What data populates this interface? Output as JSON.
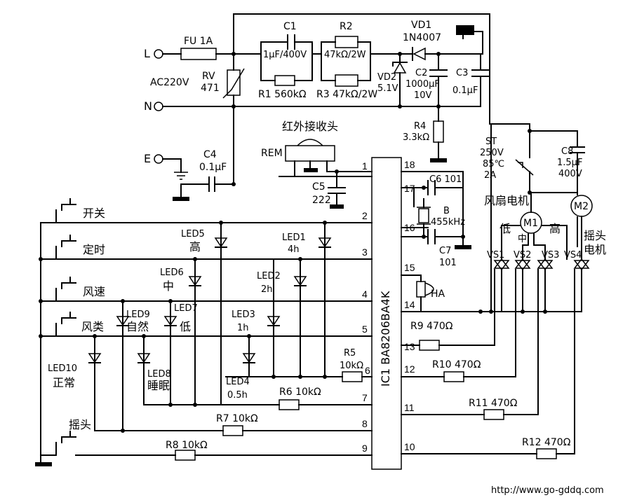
{
  "terminals": {
    "L": "L",
    "N": "N",
    "E": "E",
    "ac": "AC220V"
  },
  "parts": {
    "fu": "FU  1A",
    "rv_name": "RV",
    "rv_val": "471",
    "c1_name": "C1",
    "c1_val": "1μF/400V",
    "r1": "R1  560kΩ",
    "r2_name": "R2",
    "r2_val": "47kΩ/2W",
    "r3": "R3  47kΩ/2W",
    "vd1_name": "VD1",
    "vd1_val": "1N4007",
    "vd2_name": "VD2",
    "vd2_val": "5.1V",
    "c2_name": "C2",
    "c2_val1": "1000μF",
    "c2_val2": "10V",
    "c3_name": "C3",
    "c3_val": "0.1μF",
    "r4_name": "R4",
    "r4_val": "3.3kΩ",
    "c4_name": "C4",
    "c4_val": "0.1μF",
    "rem_title": "红外接收头",
    "rem": "REM",
    "c5_name": "C5",
    "c5_val": "222",
    "c6": "C6   101",
    "b_name": "B",
    "b_val": "455kHz",
    "c7_name": "C7",
    "c7_val": "101",
    "ha": "HA",
    "r5_name": "R5",
    "r5_val": "10kΩ",
    "r6": "R6  10kΩ",
    "r7": "R7  10kΩ",
    "r8": "R8  10kΩ",
    "r9": "R9  470Ω",
    "r10": "R10  470Ω",
    "r11": "R11  470Ω",
    "r12": "R12  470Ω",
    "ic": "IC1  BA8206BA4K",
    "st_name": "ST",
    "st_v": "250V",
    "st_t": "85℃",
    "st_a": "2A",
    "c8_name": "C8",
    "c8_val1": "1.5μF",
    "c8_val2": "400V",
    "fan_motor": "风扇电机",
    "m1": "M1",
    "m2": "M2",
    "low": "低",
    "mid": "中",
    "high": "高",
    "swing_motor_1": "摇头",
    "swing_motor_2": "电机",
    "vs1": "VS1",
    "vs2": "VS2",
    "vs3": "VS3",
    "vs4": "VS4"
  },
  "buttons": {
    "power": "开关",
    "timer": "定时",
    "speed": "风速",
    "mode": "风类",
    "swing": "摇头"
  },
  "leds": {
    "led5": "LED5",
    "led5_l": "高",
    "led6": "LED6",
    "led6_l": "中",
    "led7": "LED7",
    "led7_l": "低",
    "led9": "LED9",
    "led9_l": "自然",
    "led8": "LED8",
    "led8_l": "睡眠",
    "led10": "LED10",
    "led10_l": "正常",
    "led1": "LED1",
    "led1_l": "4h",
    "led2": "LED2",
    "led2_l": "2h",
    "led3": "LED3",
    "led3_l": "1h",
    "led4": "LED4",
    "led4_l": "0.5h"
  },
  "pins": {
    "p1": "1",
    "p2": "2",
    "p3": "3",
    "p4": "4",
    "p5": "5",
    "p6": "6",
    "p7": "7",
    "p8": "8",
    "p9": "9",
    "p10": "10",
    "p11": "11",
    "p12": "12",
    "p13": "13",
    "p14": "14",
    "p15": "15",
    "p16": "16",
    "p17": "17",
    "p18": "18"
  },
  "watermark": "http://www.go-gddq.com"
}
